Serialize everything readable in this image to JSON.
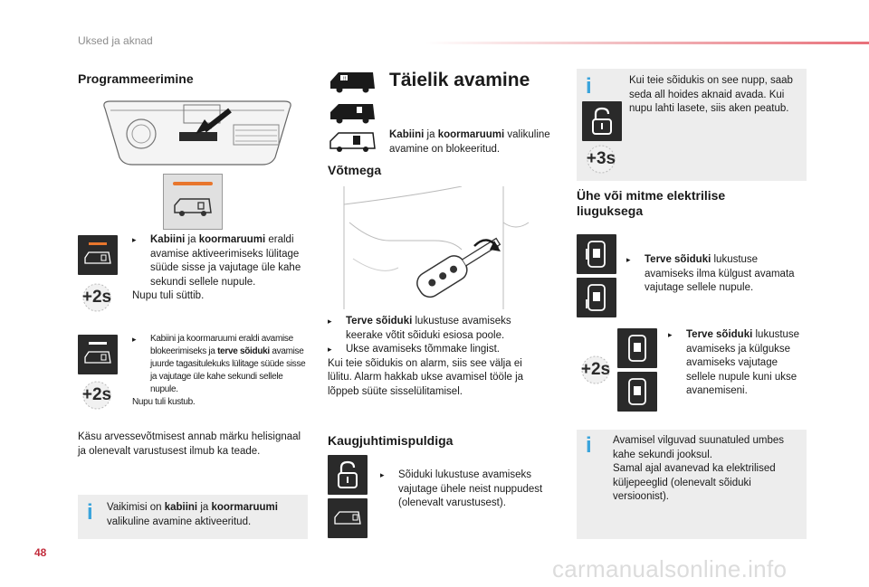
{
  "header": {
    "section": "Uksed ja aknad"
  },
  "page_number": "48",
  "watermark": "carmanualsonline.info",
  "left": {
    "title": "Programmeerimine",
    "b1": {
      "pre": "Kabiini",
      "mid": " ja ",
      "bold2": "koormaruumi",
      "rest": " eraldi avamise aktiveerimiseks lülitage süüde sisse ja vajutage üle kahe sekundi sellele nupule.",
      "after": "Nupu tuli süttib."
    },
    "b2": {
      "pre": "Kabiini ja koormaruumi eraldi avamise blokeerimiseks ja ",
      "bold": "terve sõiduki",
      "rest": " avamise juurde tagasitulekuks lülitage süüde sisse ja vajutage üle kahe sekundi sellele nupule.",
      "after": "Nupu tuli kustub."
    },
    "note": "Käsu arvessevõtmisest annab märku helisignaal ja olenevalt varustusest ilmub ka teade.",
    "info": {
      "pre": "Vaikimisi on ",
      "b1": "kabiini",
      "mid": " ja ",
      "b2": "koormaruumi",
      "rest": " valikuline avamine aktiveeritud."
    },
    "badge": "+2s"
  },
  "middle": {
    "title": "Täielik avamine",
    "status": {
      "b1": "Kabiini",
      "mid": " ja ",
      "b2": "koormaruumi",
      "rest": " valikuline avamine on blokeeritud."
    },
    "sub1": "Võtmega",
    "key": {
      "b1pre": "Terve sõiduki",
      "b1rest": " lukustuse avamiseks keerake võtit sõiduki esiosa poole.",
      "b2": "Ukse avamiseks tõmmake lingist.",
      "after": "Kui teie sõidukis on alarm, siis see välja ei lülitu. Alarm hakkab ukse avamisel tööle ja lõppeb süüte sisselülitamisel."
    },
    "sub2": "Kaugjuhtimispuldiga",
    "remote": "Sõiduki lukustuse avamiseks vajutage ühele neist nuppudest (olenevalt varustusest)."
  },
  "right": {
    "info1": "Kui teie sõidukis on see nupp, saab seda all hoides aknaid avada. Kui nupu lahti lasete, siis aken peatub.",
    "badge1": "+3s",
    "title": "Ühe või mitme elektrilise liuguksega",
    "b1": {
      "bold": "Terve sõiduki",
      "rest": " lukustuse avamiseks ilma külgust avamata vajutage sellele nupule."
    },
    "b2": {
      "bold": "Terve sõiduki",
      "rest": " lukustuse avamiseks ja külgukse avamiseks vajutage sellele nupule kuni ukse avanemiseni."
    },
    "badge2": "+2s",
    "info2": "Avamisel vilguvad suunatuled umbes kahe sekundi jooksul.\nSamal ajal avanevad ka elektrilised küljepeeglid (olenevalt sõiduki versioonist)."
  },
  "icons": [
    "info-icon",
    "lock-open-icon",
    "van-icon",
    "timer-icon",
    "dashboard-icon",
    "car-door-key-icon",
    "sliding-door-icon"
  ],
  "colors": {
    "accent_red": "#c22c3c",
    "info_blue": "#3aa4dc",
    "led_orange": "#e8762d",
    "box_dark": "#2a2a2a"
  }
}
